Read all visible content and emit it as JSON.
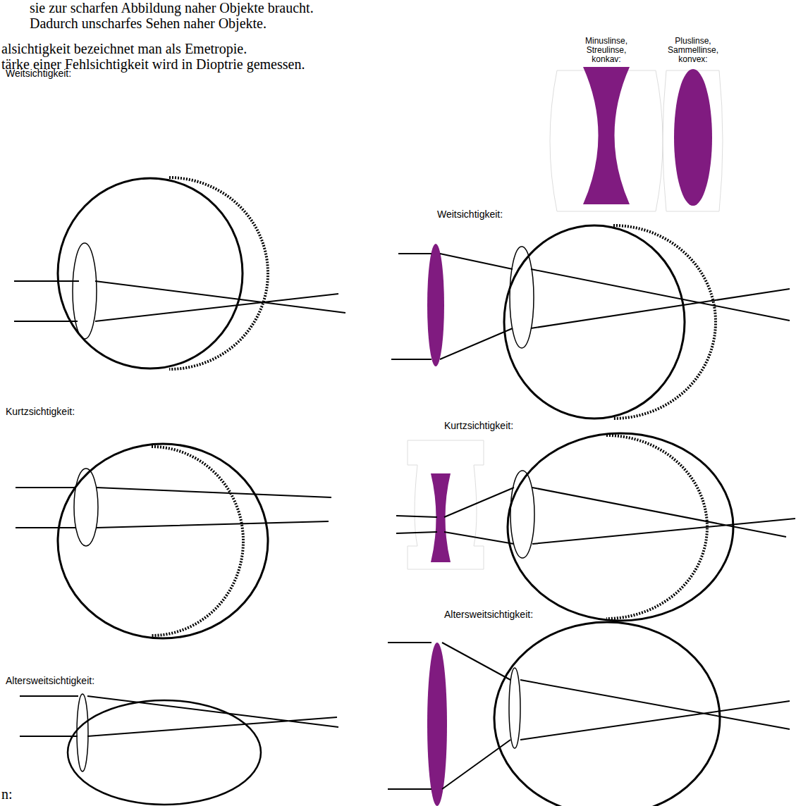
{
  "diagram": {
    "labels": [
      "sie zur scharfen Abbildung naher Objekte braucht.",
      "Dadurch unscharfes Sehen naher Objekte.",
      "alsichtigkeit bezeichnet man als Emetropie.",
      "tärke einer Fehlsichtigkeit wird in Dioptrie gemessen.",
      "Minuslinse, Streulinse, konkav:",
      "Pluslinse, Sammellinse, konvex:",
      "Weitsichtigkeit:",
      "Weitsichtigkeit:",
      "Kurtzsichtigkeit:",
      "Kurtzsichtigkeit:",
      "Altersweitsichtigkeit:",
      "Altersweitsichtigkeit:",
      "n:"
    ]
  }
}
